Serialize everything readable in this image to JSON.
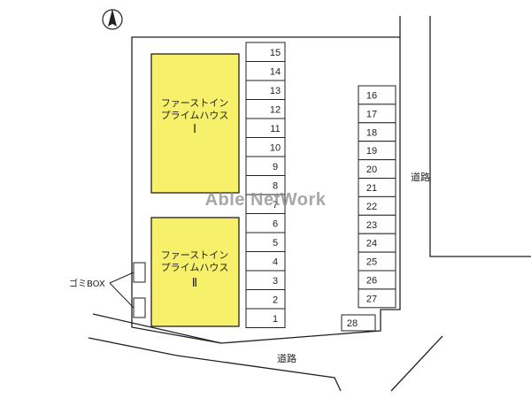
{
  "compass": {
    "label": "N",
    "icon": "north-arrow-icon"
  },
  "buildings": [
    {
      "line1": "ファーストイン",
      "line2": "プライムハウス",
      "roman": "Ⅰ"
    },
    {
      "line1": "ファーストイン",
      "line2": "プライムハウス",
      "roman": "Ⅱ"
    }
  ],
  "parking": {
    "left_column": [
      "15",
      "14",
      "13",
      "12",
      "11",
      "10",
      "9",
      "8",
      "7",
      "6",
      "5",
      "4",
      "3",
      "2",
      "1"
    ],
    "right_column": [
      "16",
      "17",
      "18",
      "19",
      "20",
      "21",
      "22",
      "23",
      "24",
      "25",
      "26",
      "27"
    ],
    "extra": "28"
  },
  "labels": {
    "road_east": "道路",
    "road_south": "道路",
    "garbage": "ゴミBOX"
  },
  "watermark": "Able NetWork",
  "colors": {
    "building_fill": "#f7f06a",
    "line": "#222222",
    "watermark": "#8a8a8a"
  }
}
